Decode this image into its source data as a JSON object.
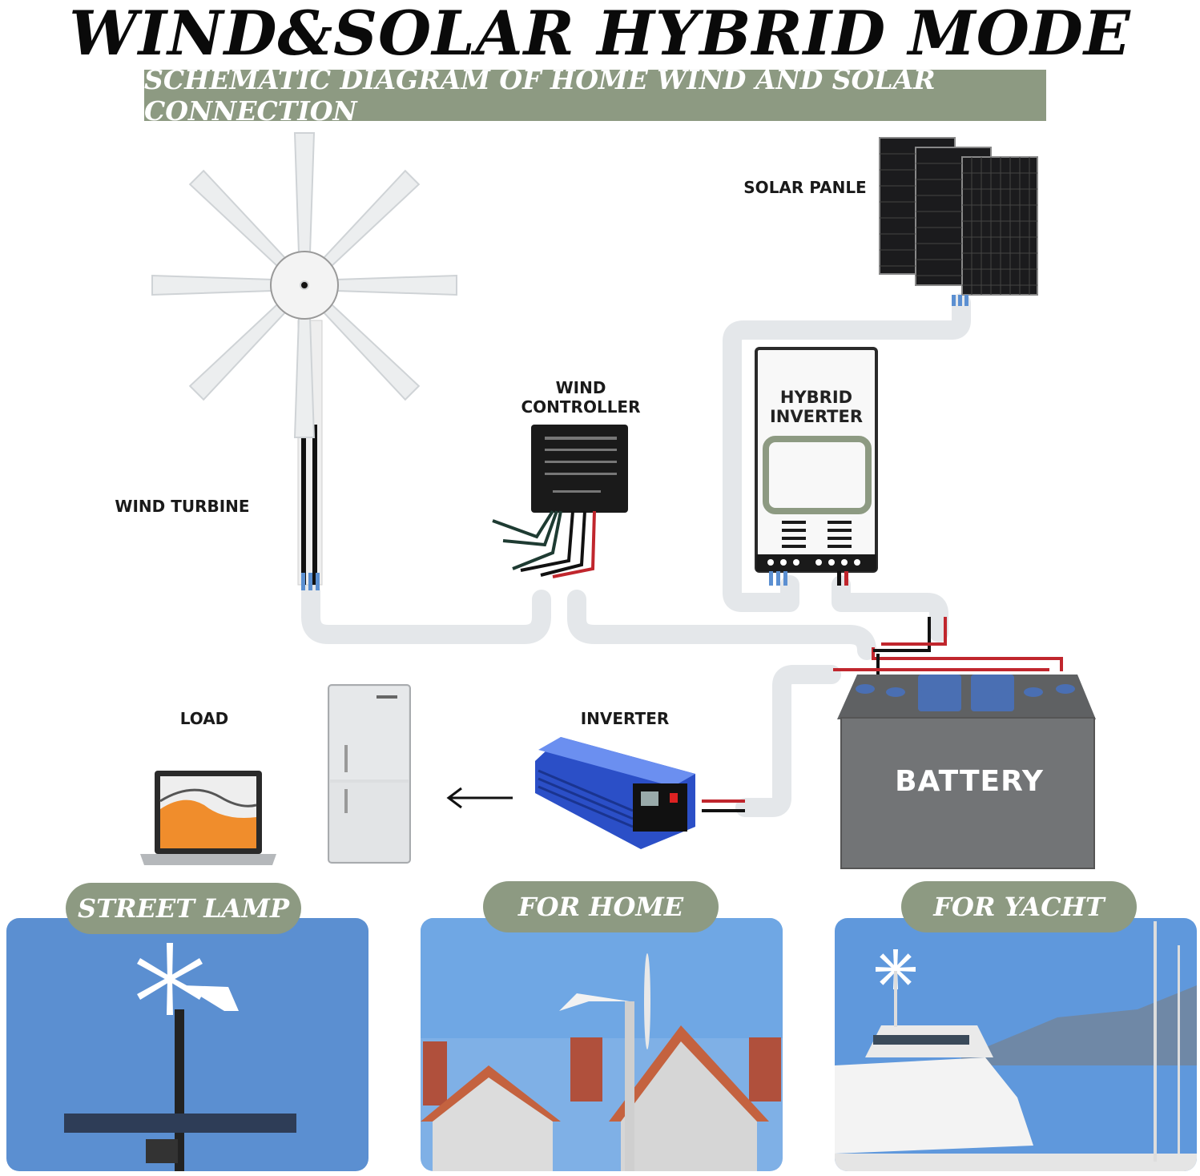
{
  "title": "WIND&SOLAR HYBRID MODE",
  "subtitle": "SCHEMATIC DIAGRAM OF HOME WIND AND SOLAR CONNECTION",
  "labels": {
    "solar_panel": "SOLAR PANLE",
    "wind_turbine": "WIND TURBINE",
    "wind_controller_line1": "WIND",
    "wind_controller_line2": "CONTROLLER",
    "hybrid_inverter_line1": "HYBRID",
    "hybrid_inverter_line2": "INVERTER",
    "load": "LOAD",
    "inverter": "INVERTER",
    "battery": "BATTERY"
  },
  "applications": [
    {
      "label": "STREET LAMP"
    },
    {
      "label": "FOR HOME"
    },
    {
      "label": "FOR YACHT"
    }
  ],
  "colors": {
    "banner": "#8d9a82",
    "cable": "#e9ecef",
    "battery": "#6b6d6f",
    "battery_cap": "#4a6fb3",
    "inverter_blue": "#2b4fc7",
    "sky": "#5b8fd1"
  },
  "icons": [
    "wind-turbine-icon",
    "solar-panel-icon",
    "controller-icon",
    "hybrid-inverter-icon",
    "battery-icon",
    "inverter-icon",
    "laptop-icon",
    "refrigerator-icon",
    "arrow-left-icon"
  ]
}
